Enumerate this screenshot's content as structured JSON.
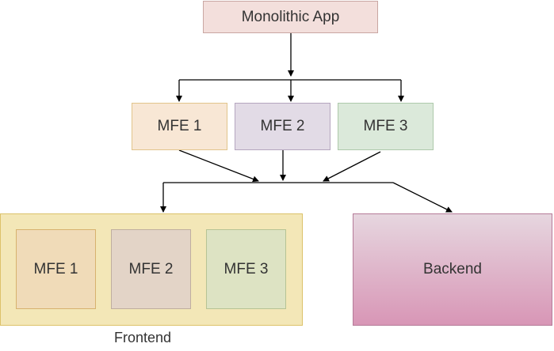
{
  "nodes": {
    "monolith": "Monolithic App",
    "mfe_top": [
      "MFE 1",
      "MFE 2",
      "MFE 3"
    ],
    "mfe_bottom": [
      "MFE 1",
      "MFE 2",
      "MFE 3"
    ],
    "backend": "Backend",
    "frontend_label": "Frontend"
  }
}
